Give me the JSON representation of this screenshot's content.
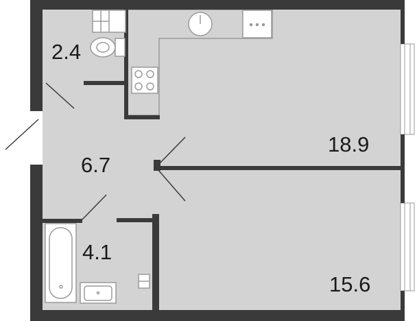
{
  "floorplan": {
    "rooms": [
      {
        "id": "wc",
        "label": "2.4"
      },
      {
        "id": "hallway",
        "label": "6.7"
      },
      {
        "id": "bathroom",
        "label": "4.1"
      },
      {
        "id": "kitchen-living",
        "label": "18.9"
      },
      {
        "id": "bedroom",
        "label": "15.6"
      }
    ]
  },
  "colors": {
    "wall": "#3a3a3a",
    "floor": "#d3d3d3",
    "fixture_line": "#9a9a9a",
    "fixture_fill": "#ffffff",
    "text": "#1a1a1a"
  }
}
